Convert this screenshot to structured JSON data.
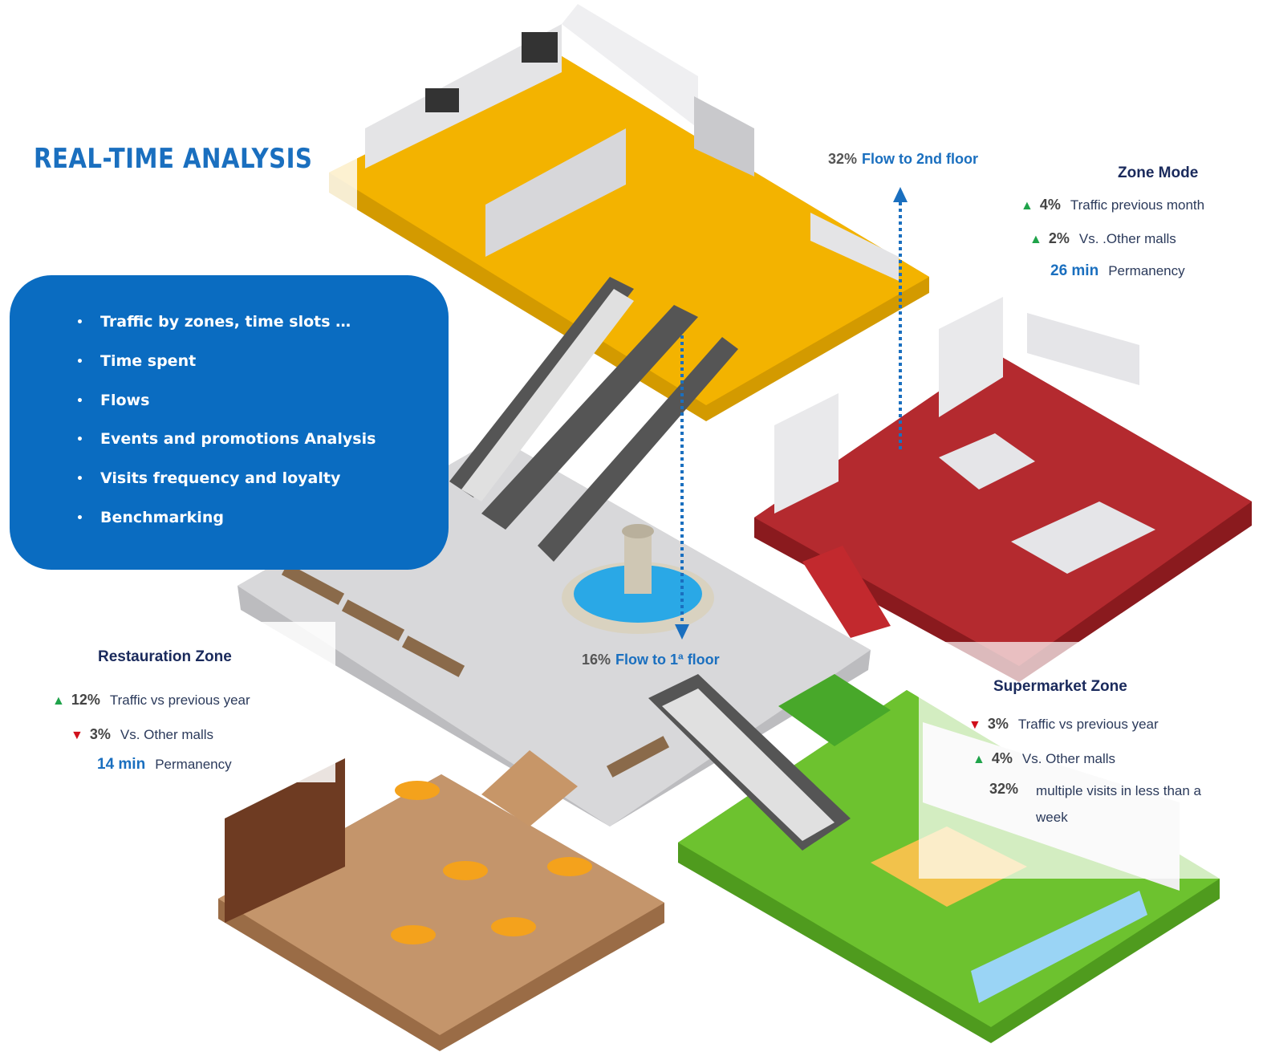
{
  "title": "REAL-TIME ANALYSIS",
  "features": [
    "Traffic by zones, time slots …",
    "Time spent",
    "Flows",
    "Events and promotions Analysis",
    "Visits frequency and loyalty",
    "Benchmarking"
  ],
  "flows": {
    "up": {
      "percent": "32%",
      "label": "Flow to 2nd floor"
    },
    "down": {
      "percent": "16%",
      "label": "Flow to 1ª floor"
    }
  },
  "zone_mode": {
    "title": "Zone Mode",
    "metrics": [
      {
        "trend": "up",
        "value": "4%",
        "label": "Traffic previous month"
      },
      {
        "trend": "up",
        "value": "2%",
        "label": "Vs. .Other malls"
      },
      {
        "trend": "none",
        "value": "26 min",
        "label": "Permanency"
      }
    ]
  },
  "restauration_zone": {
    "title": "Restauration Zone",
    "metrics": [
      {
        "trend": "up",
        "value": "12%",
        "label": "Traffic vs previous year"
      },
      {
        "trend": "down",
        "value": "3%",
        "label": "Vs. Other malls"
      },
      {
        "trend": "none",
        "value": "14 min",
        "label": "Permanency"
      }
    ]
  },
  "supermarket_zone": {
    "title": "Supermarket Zone",
    "metrics": [
      {
        "trend": "down",
        "value": "3%",
        "label": "Traffic vs previous year"
      },
      {
        "trend": "up",
        "value": "4%",
        "label": "Vs. Other malls"
      },
      {
        "trend": "none",
        "value": "32%",
        "label": "multiple visits in less than a week"
      }
    ]
  },
  "colors": {
    "title_blue": "#1a6fbf",
    "feature_box": "#0a6cc1",
    "floor_electronics": "#f2b400",
    "floor_fashion": "#b22a2e",
    "floor_supermarket": "#6cc42e",
    "floor_restaurant": "#c4956a",
    "floor_central": "#d6d6d8",
    "up_arrow": "#1fa34a",
    "down_arrow": "#d0101b"
  }
}
